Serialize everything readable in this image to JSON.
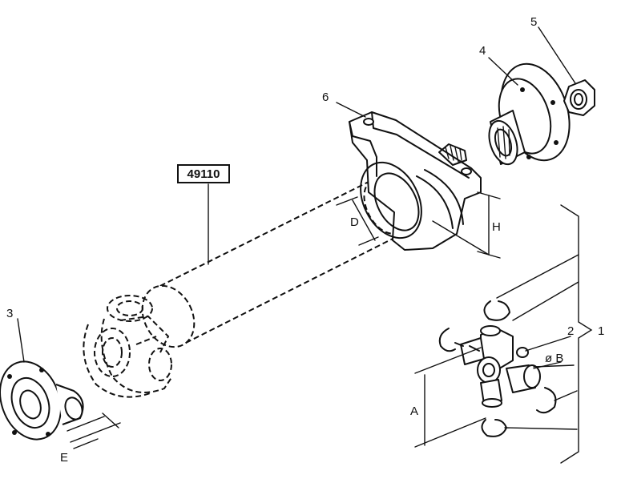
{
  "labels": {
    "part_ref": "49110",
    "dim_d": "D",
    "dim_h": "H",
    "dim_a": "A",
    "dim_b": "ø B",
    "dim_e": "E",
    "item_1": "1",
    "item_2": "2",
    "item_3": "3",
    "item_4": "4",
    "item_5": "5",
    "item_6": "6"
  },
  "colors": {
    "ink": "#111111",
    "paper": "#ffffff"
  },
  "icons": [
    "shaft-icon",
    "bearing-icon",
    "flange-icon",
    "nut-icon",
    "universal-joint-icon",
    "circlip-icon",
    "cup-icon"
  ]
}
